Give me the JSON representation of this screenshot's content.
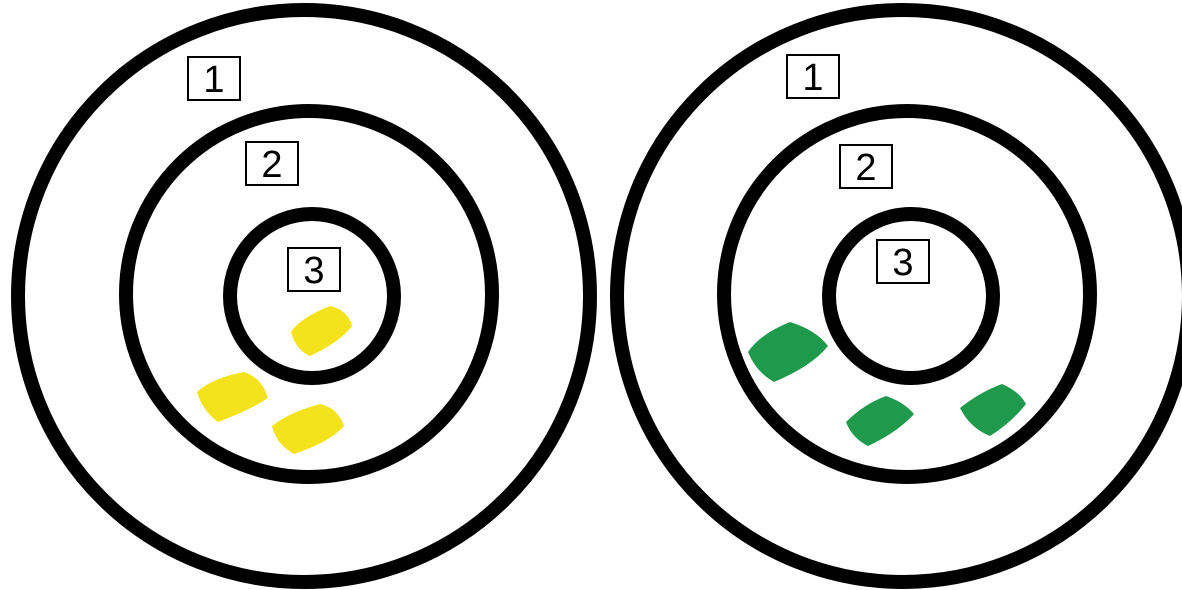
{
  "targets": [
    {
      "labels": [
        "1",
        "2",
        "3"
      ],
      "bags": [
        {
          "ring": "3",
          "color": "#f4e21a"
        },
        {
          "ring": "2",
          "color": "#f4e21a"
        },
        {
          "ring": "2",
          "color": "#f4e21a"
        }
      ]
    },
    {
      "labels": [
        "1",
        "2",
        "3"
      ],
      "bags": [
        {
          "ring": "2",
          "color": "#1f9a4c"
        },
        {
          "ring": "2",
          "color": "#1f9a4c"
        },
        {
          "ring": "2",
          "color": "#1f9a4c"
        }
      ]
    }
  ]
}
